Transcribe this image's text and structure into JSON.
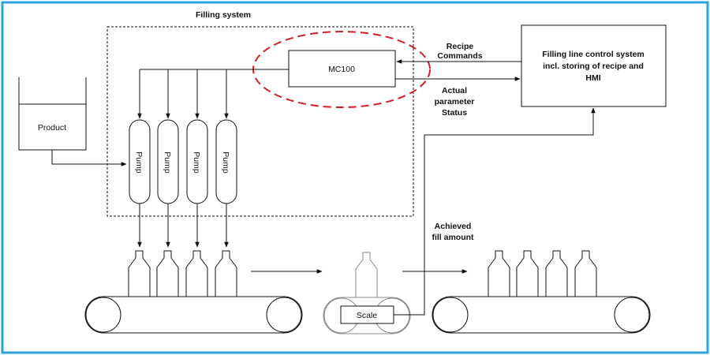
{
  "title": "Filling system",
  "controller": "MC100",
  "product": "Product",
  "pump": "Pump",
  "control_system": {
    "line1": "Filling line control system",
    "line2": "incl. storing of recipe and",
    "line3": "HMI"
  },
  "signals": {
    "recipe": "Recipe",
    "commands": "Commands",
    "actual": "Actual",
    "parameter": "parameter",
    "status": "Status"
  },
  "achieved": {
    "line1": "Achieved",
    "line2": "fill amount"
  },
  "scale": "Scale",
  "colors": {
    "border": "#2aa4dc",
    "highlight": "#d11f27",
    "line": "#111111",
    "scale_gray": "#888888"
  }
}
